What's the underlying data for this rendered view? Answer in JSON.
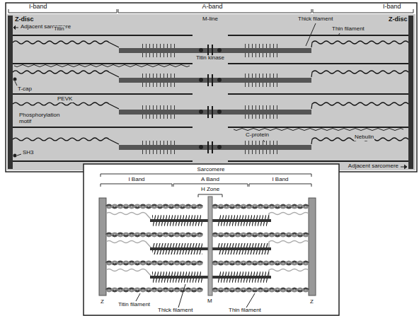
{
  "diagram": {
    "labels": [
      "I-band",
      "A-band",
      "I-band",
      "Z-disc",
      "Adjacent sarcomere",
      "Titin",
      "M-line",
      "Titin kinase",
      "Thick filament",
      "Z-disc",
      "Thin filament",
      "T-cap",
      "PEVK",
      "Phosphorylation motif",
      "C-protein",
      "Nebulin",
      "SH3",
      "Adjacent sarcomere",
      "Sarcomere",
      "I Band",
      "A Band",
      "H Zone",
      "I Band",
      "Z",
      "Titin filament",
      "Thick filament",
      "M",
      "Thin filament",
      "Z"
    ]
  }
}
